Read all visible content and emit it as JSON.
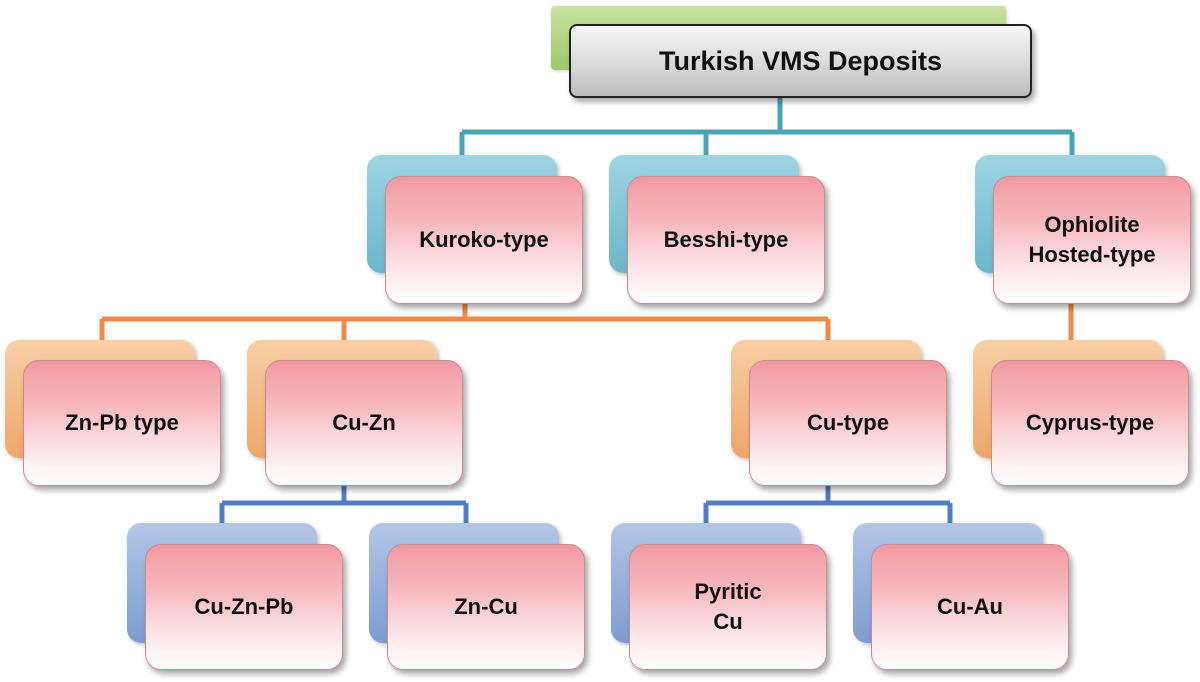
{
  "title": "Turkish VMS Deposits",
  "colors": {
    "top_connector": "#4aa3b8",
    "kuroko_connector": "#f08a4b",
    "sub_connector": "#4f7fc0",
    "back_teal": "#7ec3d5",
    "back_orange": "#f2ba86",
    "back_blue": "#8fa9d6",
    "back_green": "#a8d07a"
  },
  "level1": [
    {
      "id": "kuroko",
      "lines": [
        "Kuroko-type"
      ]
    },
    {
      "id": "besshi",
      "lines": [
        "Besshi-type"
      ]
    },
    {
      "id": "ophiolite",
      "lines": [
        "Ophiolite",
        "Hosted-type"
      ]
    }
  ],
  "level2": [
    {
      "id": "znpb",
      "lines": [
        "Zn-Pb type"
      ]
    },
    {
      "id": "cuzn",
      "lines": [
        "Cu-Zn"
      ]
    },
    {
      "id": "cutype",
      "lines": [
        "Cu-type"
      ]
    },
    {
      "id": "cyprus",
      "lines": [
        "Cyprus-type"
      ]
    }
  ],
  "level3": [
    {
      "id": "cuznpb",
      "lines": [
        "Cu-Zn-Pb"
      ]
    },
    {
      "id": "zncu",
      "lines": [
        "Zn-Cu"
      ]
    },
    {
      "id": "pyriticcu",
      "lines": [
        "Pyritic",
        "Cu"
      ]
    },
    {
      "id": "cuau",
      "lines": [
        "Cu-Au"
      ]
    }
  ]
}
